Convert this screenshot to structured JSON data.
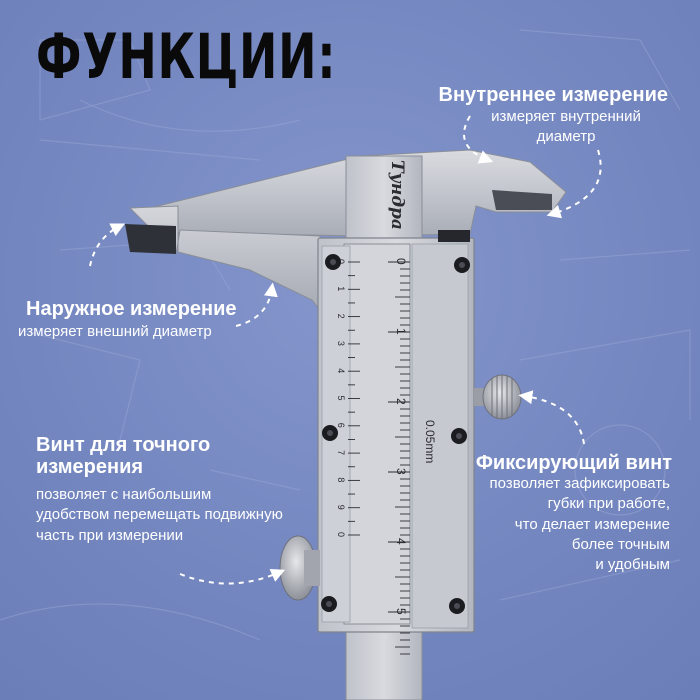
{
  "title": "ФУНКЦИИ:",
  "brand": "Тундра",
  "scale_unit": "0.05mm",
  "main_scale_numbers": [
    "0",
    "1",
    "2",
    "3",
    "4",
    "5"
  ],
  "vernier_numbers": [
    "0",
    "1",
    "2",
    "3",
    "4",
    "5",
    "6",
    "7",
    "8",
    "9",
    "0"
  ],
  "callouts": {
    "inner": {
      "heading": "Внутреннее измерение",
      "text_lines": [
        "измеряет внутренний",
        "диаметр"
      ]
    },
    "outer": {
      "heading": "Наружное измерение",
      "text_lines": [
        "измеряет внешний диаметр"
      ]
    },
    "fine_screw": {
      "heading_lines": [
        "Винт для точного",
        "измерения"
      ],
      "text_lines": [
        "позволяет с наибольшим",
        "удобством перемещать подвижную",
        "часть при измерении"
      ]
    },
    "lock_screw": {
      "heading": "Фиксирующий винт",
      "text_lines": [
        "позволяет зафиксировать",
        "губки при работе,",
        "что делает измерение",
        "более точным",
        "и удобным"
      ]
    }
  },
  "colors": {
    "background": "#7a8cc4",
    "title": "#0a0a0a",
    "text": "#ffffff",
    "metal": "#c9ccd3",
    "metal_dark": "#9ea2ab",
    "screw": "#1a1a1a"
  }
}
